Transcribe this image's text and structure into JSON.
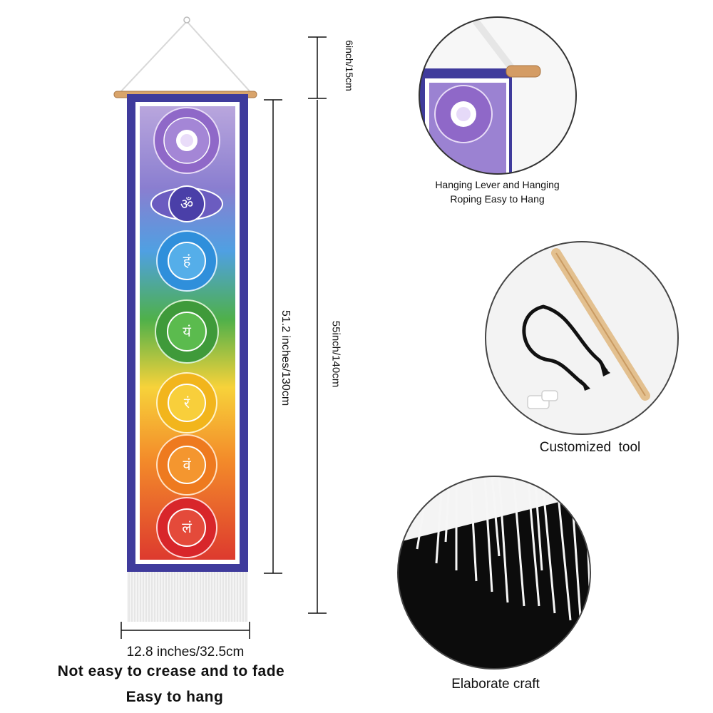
{
  "dimensions": {
    "top_gap": "6inch/15cm",
    "banner_length": "51.2 inches/130cm",
    "total_length": "55inch/140cm",
    "width": "12.8 inches/32.5cm"
  },
  "features": {
    "not_easy_crease": "Not easy to crease and to fade",
    "easy_hang": "Easy to hang"
  },
  "details": {
    "hanging_caption_line1": "Hanging Lever and Hanging",
    "hanging_caption_line2": "Roping Easy to Hang",
    "tool_caption": "Customized  tool",
    "craft_caption": "Elaborate craft"
  },
  "chakra_symbols": [
    "ॐ",
    "हं",
    "यं",
    "रं",
    "वं",
    "लं"
  ],
  "colors": {
    "border": "#3f3b9c",
    "crown": "#8f68c8",
    "third_eye": "#4a3fa8",
    "throat": "#2f8fdb",
    "heart": "#3f9a3a",
    "solar": "#f2b51c",
    "sacral": "#ee7a1f",
    "root": "#d8262a"
  }
}
